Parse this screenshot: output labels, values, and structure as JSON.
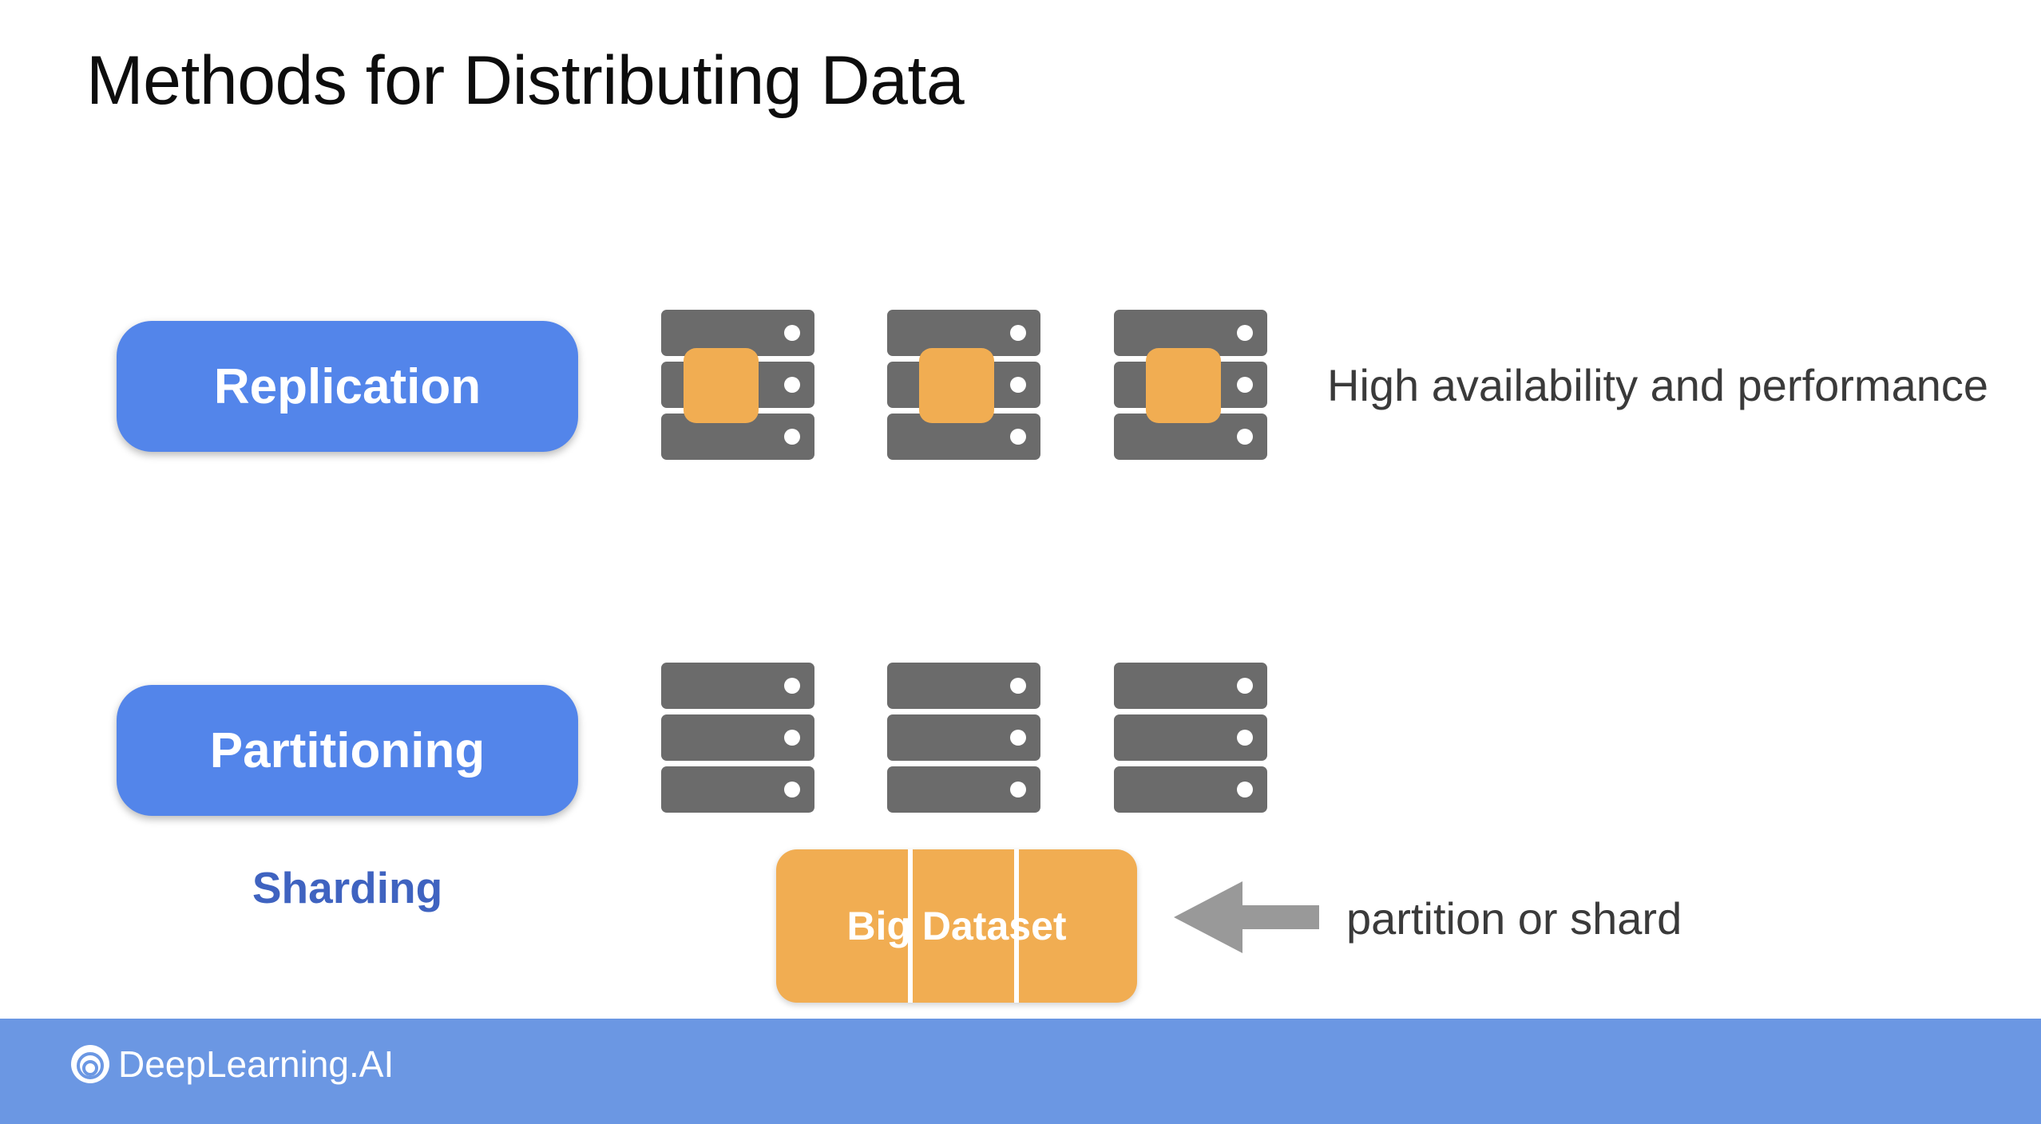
{
  "title": "Methods for Distributing Data",
  "replication": {
    "label": "Replication",
    "description": "High availability and performance"
  },
  "partitioning": {
    "label": "Partitioning",
    "sublabel": "Sharding",
    "dataset_label": "Big Dataset",
    "arrow_text": "partition or shard"
  },
  "footer": {
    "brand": "DeepLearning.AI"
  },
  "colors": {
    "pill": "#5385ea",
    "server": "#6b6b6b",
    "data": "#f1ad52",
    "footer": "#6b97e3"
  },
  "icons": [
    "server-icon",
    "data-block-icon",
    "arrow-left-icon",
    "deeplearning-logo-icon"
  ]
}
